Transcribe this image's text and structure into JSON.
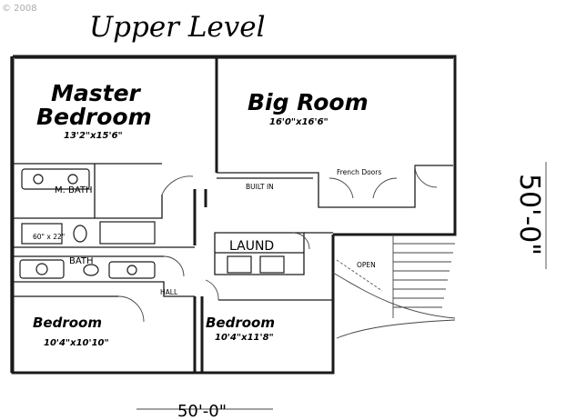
{
  "watermark": "© 2008",
  "title": "Upper Level",
  "rooms": {
    "master": {
      "name_line1": "Master",
      "name_line2": "Bedroom",
      "dims": "13'2\"x15'6\""
    },
    "big_room": {
      "name": "Big Room",
      "dims": "16'0\"x16'6\""
    },
    "bedroom_left": {
      "name": "Bedroom",
      "dims": "10'4\"x10'10\""
    },
    "bedroom_right": {
      "name": "Bedroom",
      "dims": "10'4\"x11'8\""
    },
    "m_bath": {
      "name": "M. BATH"
    },
    "bath": {
      "name": "BATH"
    },
    "laundry": {
      "name": "LAUND"
    }
  },
  "labels": {
    "french_doors": "French Doors",
    "bath_vanity": "60\" x 22\"",
    "hall": "HALL",
    "open_to_below": "OPEN",
    "shelf": "BUILT IN"
  },
  "dimensions": {
    "depth": "50'-0\"",
    "width": "50'-0\""
  }
}
